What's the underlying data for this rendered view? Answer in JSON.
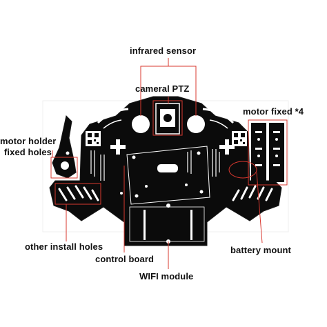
{
  "labels": {
    "infrared_sensor": "infrared sensor",
    "camera_ptz": "cameral PTZ",
    "motor_fixed": "motor fixed *4",
    "motor_holder_line1": "motor holder",
    "motor_holder_line2": "fixed holes",
    "other_install_holes": "other install holes",
    "battery_mount": "battery mount",
    "control_board": "control board",
    "wifi_module": "WIFI module"
  },
  "colors": {
    "background": "#ffffff",
    "board": "#0b0b0b",
    "silkscreen": "#ffffff",
    "leader_line": "#d9382f",
    "outline": "#9a9a9a",
    "label_text": "#111111"
  }
}
